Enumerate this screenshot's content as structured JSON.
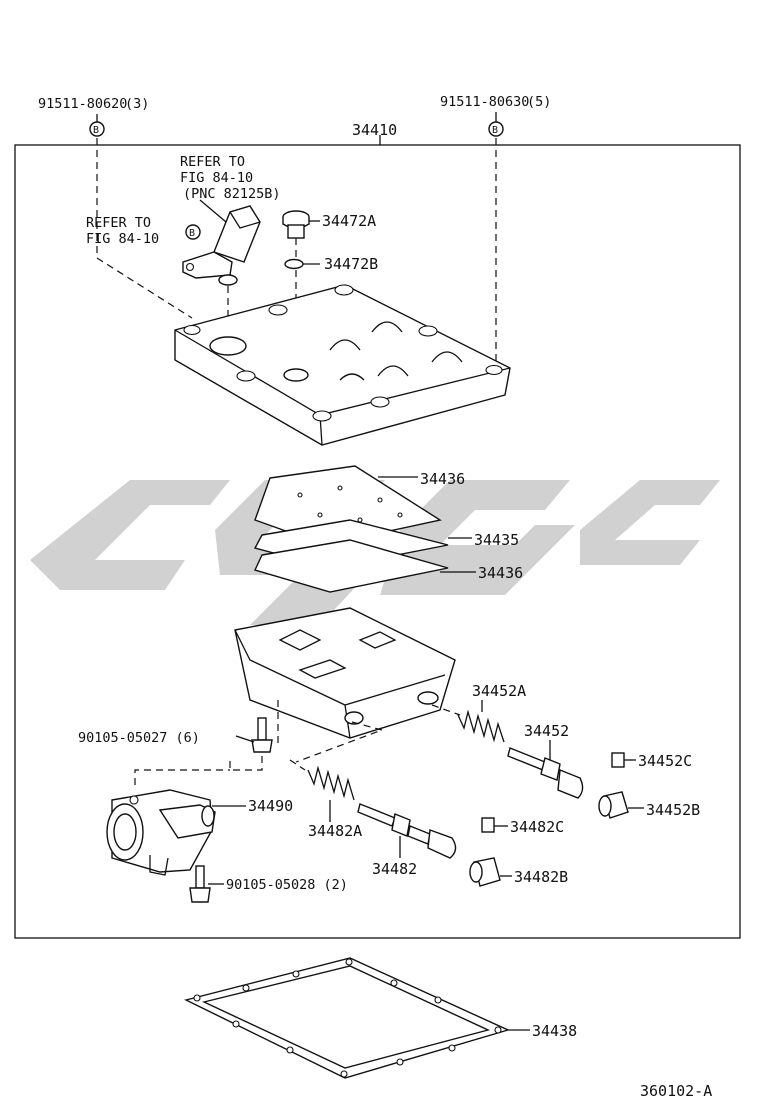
{
  "diagram": {
    "assembly_number": "34410",
    "figure_code": "360102-A",
    "bolt_left": {
      "number": "91511-80620",
      "qty": "(3)",
      "marker": "B"
    },
    "bolt_right": {
      "number": "91511-80630",
      "qty": "(5)",
      "marker": "B"
    },
    "refer_sensor": {
      "line1": "REFER TO",
      "line2": "FIG 84-10",
      "line3": "(PNC 82125B)"
    },
    "refer_bolt": {
      "line1": "REFER TO",
      "line2": "FIG 84-10",
      "marker": "B"
    },
    "labels": {
      "p34472A": "34472A",
      "p34472B": "34472B",
      "p34436_top": "34436",
      "p34435": "34435",
      "p34436_bottom": "34436",
      "p34452A": "34452A",
      "p34452": "34452",
      "p34452C": "34452C",
      "p34452B": "34452B",
      "p90105_05027": "90105-05027 (6)",
      "p34490": "34490",
      "p34482A": "34482A",
      "p34482C": "34482C",
      "p34482": "34482",
      "p34482B": "34482B",
      "p90105_05028": "90105-05028 (2)",
      "p34438": "34438"
    },
    "watermark_color": "#c9c9c9"
  }
}
